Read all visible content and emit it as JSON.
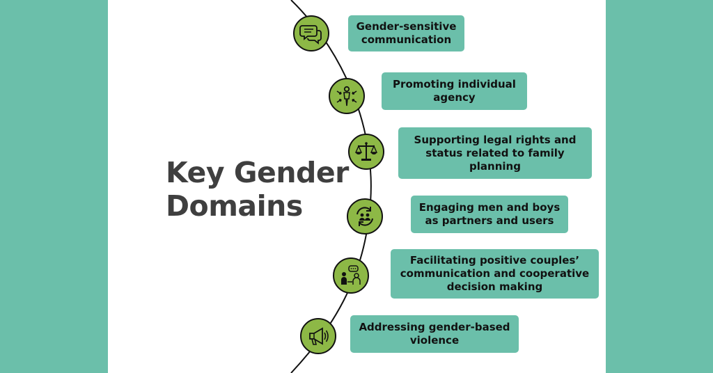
{
  "title": {
    "line1": "Key Gender",
    "line2": "Domains"
  },
  "colors": {
    "background": "#6BBFAA",
    "panel": "#FFFFFF",
    "box_fill": "#6BBFAA",
    "node_fill": "#8DB846",
    "title_text": "#3F3F3F"
  },
  "domains": [
    {
      "label": "Gender-sensitive communication",
      "icon": "speech-bubbles-icon"
    },
    {
      "label": "Promoting individual agency",
      "icon": "person-arrows-icon"
    },
    {
      "label": "Supporting legal rights and status related to family planning",
      "icon": "scales-of-justice-icon"
    },
    {
      "label": "Engaging men and boys as partners and users",
      "icon": "people-cycle-icon"
    },
    {
      "label": "Facilitating positive couples’ communication and cooperative decision making",
      "icon": "two-people-talking-icon"
    },
    {
      "label": "Addressing gender-based violence",
      "icon": "megaphone-icon"
    }
  ]
}
